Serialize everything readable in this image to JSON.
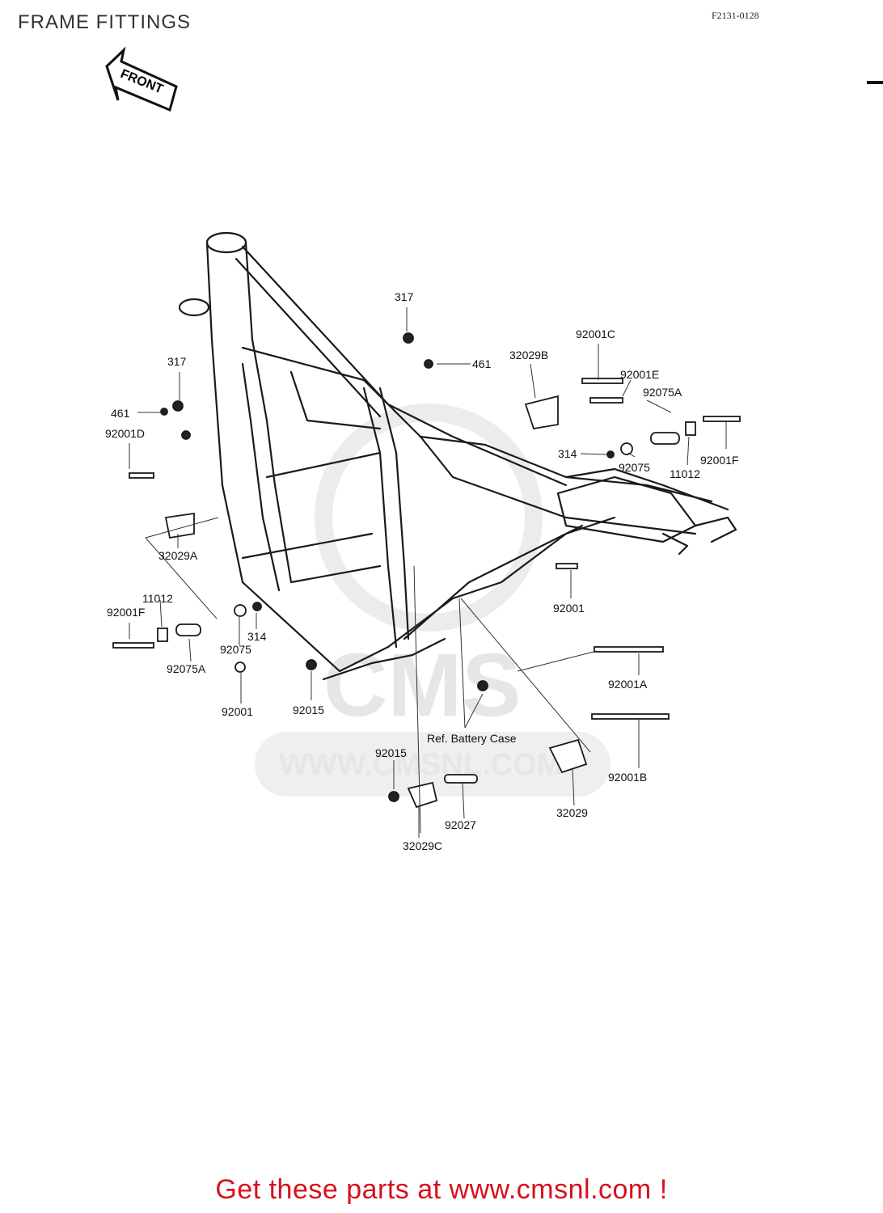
{
  "header": {
    "title": "FRAME FITTINGS",
    "code": "F2131-0128"
  },
  "arrow": {
    "label": "FRONT"
  },
  "watermark": {
    "brand": "CMS",
    "url": "WWW.CMSNL.COM"
  },
  "parts": [
    {
      "id": "p-317-top",
      "number": "317"
    },
    {
      "id": "p-461-top",
      "number": "461"
    },
    {
      "id": "p-92001c",
      "number": "92001C"
    },
    {
      "id": "p-32029b",
      "number": "32029B"
    },
    {
      "id": "p-92001e",
      "number": "92001E"
    },
    {
      "id": "p-92075a-top",
      "number": "92075A"
    },
    {
      "id": "p-317-left",
      "number": "317"
    },
    {
      "id": "p-461-left",
      "number": "461"
    },
    {
      "id": "p-92001d",
      "number": "92001D"
    },
    {
      "id": "p-314-right",
      "number": "314"
    },
    {
      "id": "p-92075-right",
      "number": "92075"
    },
    {
      "id": "p-11012-right",
      "number": "11012"
    },
    {
      "id": "p-92001f-right",
      "number": "92001F"
    },
    {
      "id": "p-32029a",
      "number": "32029A"
    },
    {
      "id": "p-11012-left",
      "number": "11012"
    },
    {
      "id": "p-92001f-left",
      "number": "92001F"
    },
    {
      "id": "p-314-left",
      "number": "314"
    },
    {
      "id": "p-92075-left",
      "number": "92075"
    },
    {
      "id": "p-92075a-left",
      "number": "92075A"
    },
    {
      "id": "p-92001-right",
      "number": "92001"
    },
    {
      "id": "p-92001a",
      "number": "92001A"
    },
    {
      "id": "p-92001-left",
      "number": "92001"
    },
    {
      "id": "p-92015-mid",
      "number": "92015"
    },
    {
      "id": "p-ref-battery",
      "number": "Ref. Battery Case"
    },
    {
      "id": "p-92015-low",
      "number": "92015"
    },
    {
      "id": "p-92001b",
      "number": "92001B"
    },
    {
      "id": "p-92027",
      "number": "92027"
    },
    {
      "id": "p-32029",
      "number": "32029"
    },
    {
      "id": "p-32029c",
      "number": "32029C"
    }
  ],
  "footer": {
    "text": "Get these parts at www.cmsnl.com !"
  }
}
